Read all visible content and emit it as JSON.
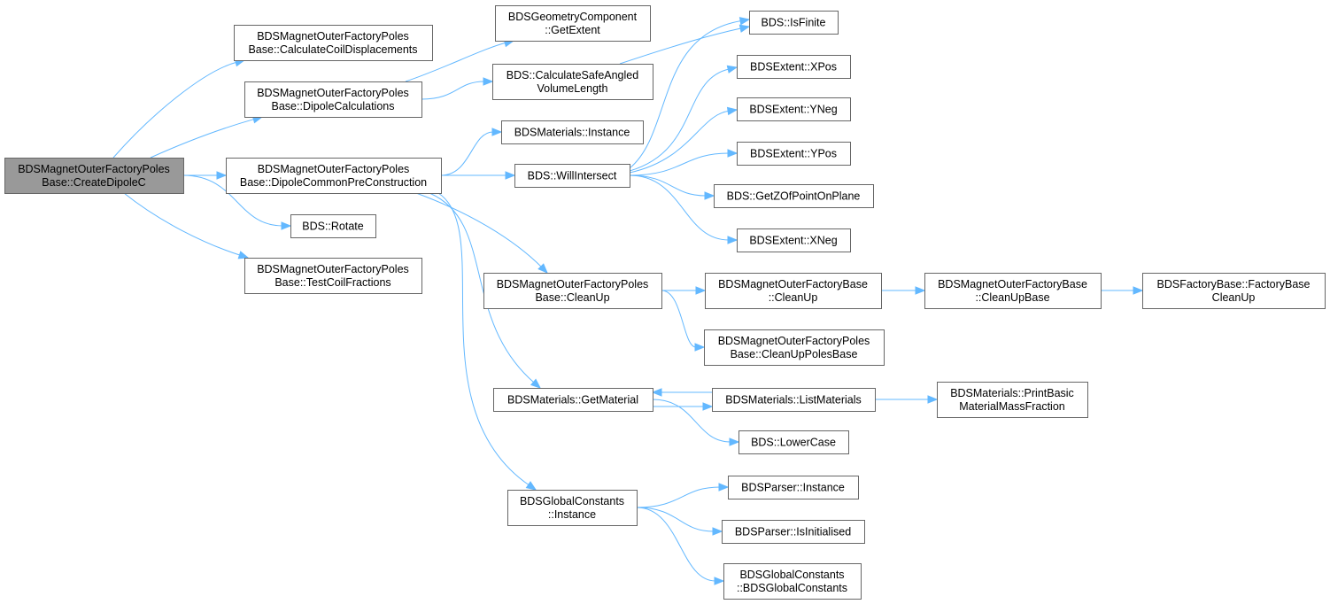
{
  "nodes": [
    {
      "id": "root",
      "lines": [
        "BDSMagnetOuterFactoryPoles",
        "Base::CreateDipoleC"
      ],
      "highlight": true
    },
    {
      "id": "calcCoil",
      "lines": [
        "BDSMagnetOuterFactoryPoles",
        "Base::CalculateCoilDisplacements"
      ]
    },
    {
      "id": "dipoleCalc",
      "lines": [
        "BDSMagnetOuterFactoryPoles",
        "Base::DipoleCalculations"
      ]
    },
    {
      "id": "dipolePre",
      "lines": [
        "BDSMagnetOuterFactoryPoles",
        "Base::DipoleCommonPreConstruction"
      ]
    },
    {
      "id": "rotate",
      "lines": [
        "BDS::Rotate"
      ]
    },
    {
      "id": "testCoil",
      "lines": [
        "BDSMagnetOuterFactoryPoles",
        "Base::TestCoilFractions"
      ]
    },
    {
      "id": "getExtent",
      "lines": [
        "BDSGeometryComponent",
        "::GetExtent"
      ]
    },
    {
      "id": "calcSafe",
      "lines": [
        "BDS::CalculateSafeAngled",
        "VolumeLength"
      ]
    },
    {
      "id": "matInstance",
      "lines": [
        "BDSMaterials::Instance"
      ]
    },
    {
      "id": "willIntersect",
      "lines": [
        "BDS::WillIntersect"
      ]
    },
    {
      "id": "cleanUp",
      "lines": [
        "BDSMagnetOuterFactoryPoles",
        "Base::CleanUp"
      ]
    },
    {
      "id": "getMaterial",
      "lines": [
        "BDSMaterials::GetMaterial"
      ]
    },
    {
      "id": "gcInstance",
      "lines": [
        "BDSGlobalConstants",
        "::Instance"
      ]
    },
    {
      "id": "isFinite",
      "lines": [
        "BDS::IsFinite"
      ]
    },
    {
      "id": "xPos",
      "lines": [
        "BDSExtent::XPos"
      ]
    },
    {
      "id": "yNeg",
      "lines": [
        "BDSExtent::YNeg"
      ]
    },
    {
      "id": "yPos",
      "lines": [
        "BDSExtent::YPos"
      ]
    },
    {
      "id": "getZ",
      "lines": [
        "BDS::GetZOfPointOnPlane"
      ]
    },
    {
      "id": "xNeg",
      "lines": [
        "BDSExtent::XNeg"
      ]
    },
    {
      "id": "baseCleanUp",
      "lines": [
        "BDSMagnetOuterFactoryBase",
        "::CleanUp"
      ]
    },
    {
      "id": "cleanUpPolesBase",
      "lines": [
        "BDSMagnetOuterFactoryPoles",
        "Base::CleanUpPolesBase"
      ]
    },
    {
      "id": "listMaterials",
      "lines": [
        "BDSMaterials::ListMaterials"
      ]
    },
    {
      "id": "lowerCase",
      "lines": [
        "BDS::LowerCase"
      ]
    },
    {
      "id": "parserInstance",
      "lines": [
        "BDSParser::Instance"
      ]
    },
    {
      "id": "parserInit",
      "lines": [
        "BDSParser::IsInitialised"
      ]
    },
    {
      "id": "gcCtor",
      "lines": [
        "BDSGlobalConstants",
        "::BDSGlobalConstants"
      ]
    },
    {
      "id": "cleanUpBase",
      "lines": [
        "BDSMagnetOuterFactoryBase",
        "::CleanUpBase"
      ]
    },
    {
      "id": "printBasic",
      "lines": [
        "BDSMaterials::PrintBasic",
        "MaterialMassFraction"
      ]
    },
    {
      "id": "factoryBaseCleanUp",
      "lines": [
        "BDSFactoryBase::FactoryBase",
        "CleanUp"
      ]
    }
  ],
  "edges": [
    {
      "from": "root",
      "to": "calcCoil"
    },
    {
      "from": "root",
      "to": "dipoleCalc"
    },
    {
      "from": "root",
      "to": "dipolePre"
    },
    {
      "from": "root",
      "to": "rotate"
    },
    {
      "from": "root",
      "to": "testCoil"
    },
    {
      "from": "dipoleCalc",
      "to": "getExtent"
    },
    {
      "from": "dipoleCalc",
      "to": "calcSafe"
    },
    {
      "from": "calcSafe",
      "to": "isFinite"
    },
    {
      "from": "dipolePre",
      "to": "matInstance"
    },
    {
      "from": "dipolePre",
      "to": "willIntersect"
    },
    {
      "from": "dipolePre",
      "to": "cleanUp"
    },
    {
      "from": "dipolePre",
      "to": "getMaterial"
    },
    {
      "from": "dipolePre",
      "to": "gcInstance"
    },
    {
      "from": "willIntersect",
      "to": "isFinite"
    },
    {
      "from": "willIntersect",
      "to": "xPos"
    },
    {
      "from": "willIntersect",
      "to": "yNeg"
    },
    {
      "from": "willIntersect",
      "to": "yPos"
    },
    {
      "from": "willIntersect",
      "to": "getZ"
    },
    {
      "from": "willIntersect",
      "to": "xNeg"
    },
    {
      "from": "cleanUp",
      "to": "baseCleanUp"
    },
    {
      "from": "cleanUp",
      "to": "cleanUpPolesBase"
    },
    {
      "from": "baseCleanUp",
      "to": "cleanUpBase"
    },
    {
      "from": "cleanUpBase",
      "to": "factoryBaseCleanUp"
    },
    {
      "from": "getMaterial",
      "to": "listMaterials"
    },
    {
      "from": "getMaterial",
      "to": "lowerCase"
    },
    {
      "from": "listMaterials",
      "to": "getMaterial"
    },
    {
      "from": "listMaterials",
      "to": "printBasic"
    },
    {
      "from": "gcInstance",
      "to": "parserInstance"
    },
    {
      "from": "gcInstance",
      "to": "parserInit"
    },
    {
      "from": "gcInstance",
      "to": "gcCtor"
    }
  ],
  "colors": {
    "edge": "#63b8ff",
    "node_border": "#666666",
    "root_fill": "#999999"
  }
}
